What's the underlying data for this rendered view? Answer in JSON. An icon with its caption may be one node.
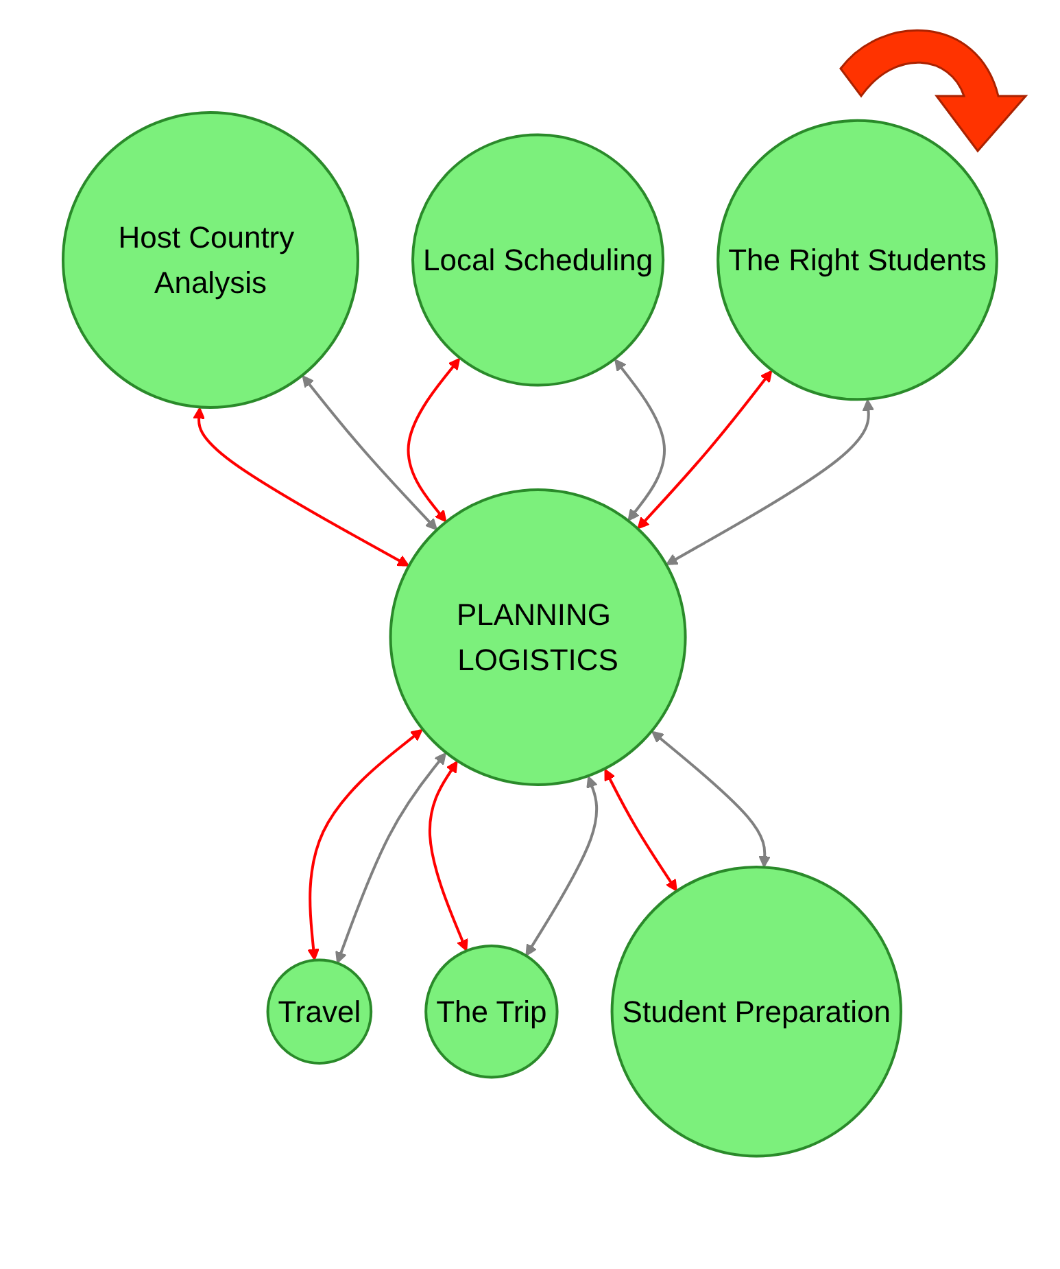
{
  "diagram": {
    "nodes": [
      {
        "text": [
          "Host Country Analysis"
        ]
      },
      {
        "text": [
          "Local Scheduling"
        ]
      },
      {
        "text": [
          "The Right Students"
        ]
      },
      {
        "text": [
          "PLANNING LOGISTICS"
        ]
      },
      {
        "text": [
          "Travel"
        ]
      },
      {
        "text": [
          "The Trip"
        ]
      },
      {
        "text": [
          "Student Preparation"
        ]
      }
    ],
    "edges": [
      {
        "from": 0,
        "to": 3,
        "arrow": "both",
        "color": "#ff0000"
      },
      {
        "from": 0,
        "to": 3,
        "arrow": "both",
        "color": "#808080"
      },
      {
        "from": 1,
        "to": 3,
        "arrow": "both",
        "color": "#ff0000"
      },
      {
        "from": 1,
        "to": 3,
        "arrow": "both",
        "color": "#808080"
      },
      {
        "from": 2,
        "to": 3,
        "arrow": "both",
        "color": "#ff0000"
      },
      {
        "from": 2,
        "to": 3,
        "arrow": "both",
        "color": "#808080"
      },
      {
        "from": 3,
        "to": 4,
        "arrow": "both",
        "color": "#ff0000"
      },
      {
        "from": 3,
        "to": 4,
        "arrow": "both",
        "color": "#808080"
      },
      {
        "from": 3,
        "to": 5,
        "arrow": "both",
        "color": "#ff0000"
      },
      {
        "from": 3,
        "to": 5,
        "arrow": "both",
        "color": "#808080"
      },
      {
        "from": 3,
        "to": 6,
        "arrow": "both",
        "color": "#ff0000"
      },
      {
        "from": 3,
        "to": 6,
        "arrow": "both",
        "color": "#808080"
      }
    ]
  }
}
